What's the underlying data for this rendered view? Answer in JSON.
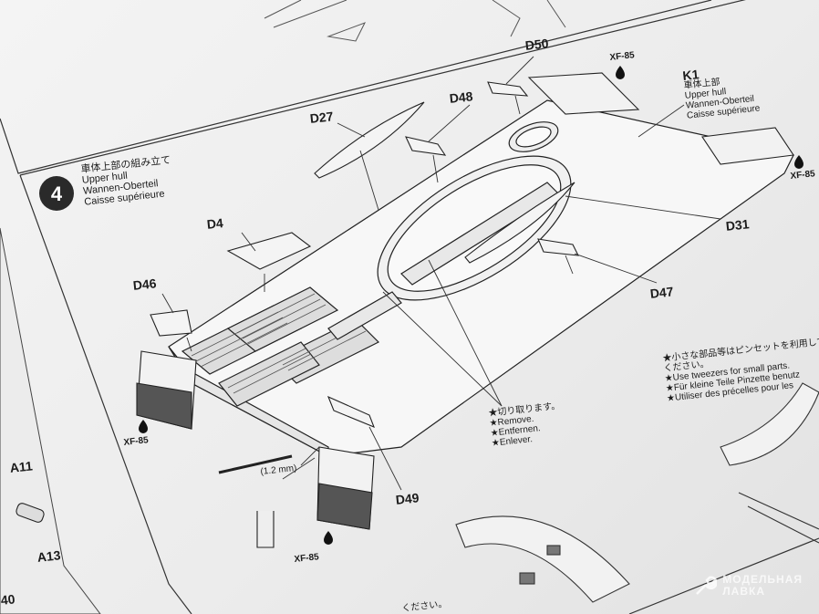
{
  "step": {
    "number": "4",
    "title_jp": "車体上部の組み立て",
    "title_en": "Upper hull",
    "title_de": "Wannen-Oberteil",
    "title_fr": "Caisse supérieure"
  },
  "parts": {
    "d50": "D50",
    "d48": "D48",
    "d27": "D27",
    "d4": "D4",
    "d46": "D46",
    "d31": "D31",
    "d47": "D47",
    "d49": "D49",
    "a11": "A11",
    "a13": "A13",
    "edge_number": "40"
  },
  "k1": {
    "id": "K1",
    "jp": "車体上部",
    "en": "Upper hull",
    "de": "Wannen-Oberteil",
    "fr": "Caisse supérieure"
  },
  "paints": {
    "top_center": "XF-85",
    "right": "XF-85",
    "left_fender": "XF-85",
    "bottom_fender": "XF-85"
  },
  "remove_note": {
    "jp": "★切り取ります。",
    "en": "★Remove.",
    "de": "★Entfernen.",
    "fr": "★Enlever."
  },
  "tweezers_note": {
    "jp1": "★小さな部品等はピンセットを利用して",
    "jp2": "ください。",
    "en": "★Use tweezers for small parts.",
    "de": "★Für kleine Teile Pinzette benutz",
    "fr": "★Utiliser des précelles pour les"
  },
  "drill_size": "(1.2 mm)",
  "bottom_text_jp": "ください。",
  "watermark": {
    "line1": "МОДЕЛЬНАЯ",
    "line2": "ЛАВКА"
  },
  "icons": [
    "paint-drop-icon",
    "drill-bit-icon",
    "step-number-circle"
  ]
}
